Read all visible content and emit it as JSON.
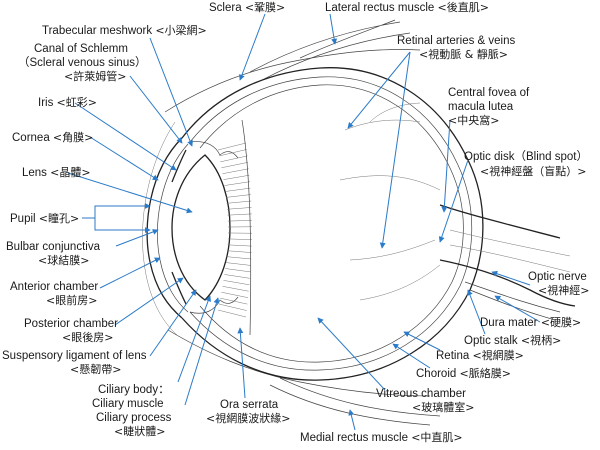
{
  "diagram": {
    "labels": {
      "sclera": {
        "en": "Sclera",
        "zh": "<鞏膜>"
      },
      "lateral_rectus": {
        "en": "Lateral rectus muscle",
        "zh": "<後直肌>"
      },
      "trabecular": {
        "en": "Trabecular meshwork",
        "zh": "<小梁網>"
      },
      "schlemm": {
        "en": "Canal of Schlemm",
        "en2": "（Scleral venous sinus）",
        "zh": "<許萊姆管>"
      },
      "retinal_vessels": {
        "en": "Retinal arteries & veins",
        "zh": "<視動脈 & 靜脈>"
      },
      "iris": {
        "en": "Iris",
        "zh": "<虹彩>"
      },
      "fovea": {
        "en": "Central fovea of",
        "en2": "macula lutea",
        "zh": "<中央窩>"
      },
      "cornea": {
        "en": "Cornea",
        "zh": "<角膜>"
      },
      "optic_disk": {
        "en": "Optic disk（Blind spot）",
        "zh": "<視神經盤（盲點）>"
      },
      "lens": {
        "en": "Lens",
        "zh": "<晶體>"
      },
      "pupil": {
        "en": "Pupil",
        "zh": "<瞳孔>"
      },
      "conjunctiva": {
        "en": "Bulbar conjunctiva",
        "zh": "<球結膜>"
      },
      "optic_nerve": {
        "en": "Optic nerve",
        "zh": "<視神經>"
      },
      "anterior_chamber": {
        "en": "Anterior chamber",
        "zh": "<眼前房>"
      },
      "dura": {
        "en": "Dura mater",
        "zh": "<硬膜>"
      },
      "posterior_chamber": {
        "en": "Posterior chamber",
        "zh": "<眼後房>"
      },
      "optic_stalk": {
        "en": "Optic stalk",
        "zh": "<視柄>"
      },
      "retina": {
        "en": "Retina",
        "zh": "<視網膜>"
      },
      "suspensory": {
        "en": "Suspensory ligament of lens",
        "zh": "<懸韌帶>"
      },
      "choroid": {
        "en": "Choroid",
        "zh": "<脈絡膜>"
      },
      "vitreous": {
        "en": "Vitreous chamber",
        "zh": "<玻璃體室>"
      },
      "ciliary": {
        "en": "Ciliary body：",
        "en2": "Ciliary muscle",
        "en3": "Ciliary process",
        "zh": "<睫狀體>"
      },
      "ora": {
        "en": "Ora serrata",
        "zh": "<視網膜波狀緣>"
      },
      "medial_rectus": {
        "en": "Medial rectus muscle",
        "zh": "<中直肌>"
      }
    },
    "colors": {
      "leader": "#2b7bc9",
      "outline": "#222222"
    }
  }
}
